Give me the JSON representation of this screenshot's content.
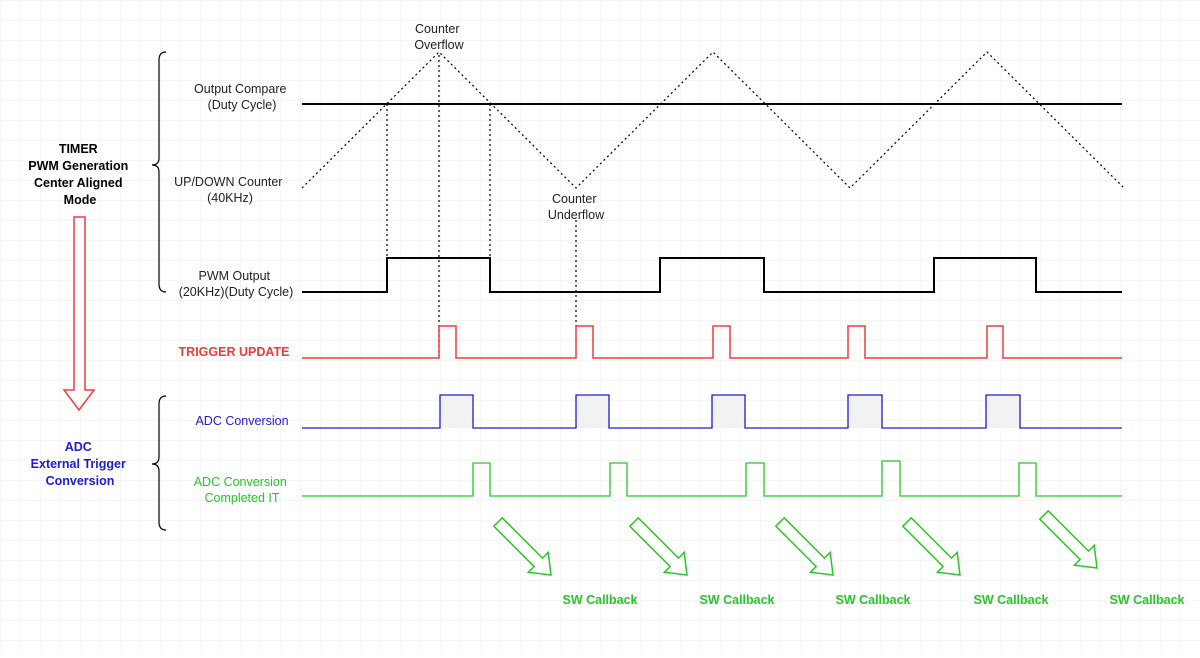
{
  "colors": {
    "black": "#000000",
    "red": "#f23b3b",
    "blue": "#1c1cd4",
    "green": "#27c727",
    "grid": "#e4e4e4",
    "adc_fill": "#f2f2f2",
    "arrow_fill": "#ffffff"
  },
  "groups": {
    "timer": {
      "lines": [
        "TIMER",
        "PWM Generation",
        "Center Aligned",
        "Mode"
      ]
    },
    "adc": {
      "lines": [
        "ADC",
        "External Trigger",
        "Conversion"
      ]
    }
  },
  "signals": {
    "output_compare": {
      "lines": [
        "Output Compare",
        "(Duty Cycle)"
      ]
    },
    "counter": {
      "lines": [
        "UP/DOWN Counter",
        "(40KHz)"
      ]
    },
    "pwm_output": {
      "lines": [
        "PWM Output",
        "(20KHz)(Duty Cycle)"
      ]
    },
    "trigger_update": {
      "lines": [
        "TRIGGER UPDATE"
      ]
    },
    "adc_conversion": {
      "lines": [
        "ADC Conversion"
      ]
    },
    "adc_completed": {
      "lines": [
        "ADC Conversion",
        "Completed IT"
      ]
    }
  },
  "annotations": {
    "overflow": {
      "lines": [
        "Counter",
        "Overflow"
      ]
    },
    "underflow": {
      "lines": [
        "Counter",
        "Underflow"
      ]
    }
  },
  "callbacks": [
    "SW Callback",
    "SW Callback",
    "SW Callback",
    "SW Callback",
    "SW Callback"
  ]
}
